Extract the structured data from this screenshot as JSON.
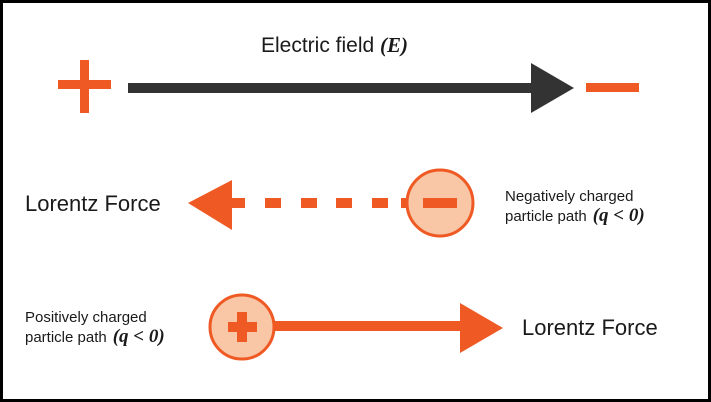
{
  "diagram": {
    "colors": {
      "field_arrow": "#333333",
      "accent": "#ef5a24",
      "particle_fill": "#f9c6a6",
      "text": "#1a1a1a",
      "background": "#ffffff"
    },
    "electric_field": {
      "label_text": "Electric field ",
      "label_symbol": "(E)",
      "positive_pole_symbol": "+",
      "negative_pole_symbol": "−"
    },
    "negative_particle": {
      "symbol": "−",
      "force_label": "Lorentz Force",
      "description_line1": "Negatively charged",
      "description_line2": "particle path",
      "condition": "(q < 0)",
      "path_style": "dashed",
      "force_direction": "left"
    },
    "positive_particle": {
      "symbol": "+",
      "force_label": "Lorentz Force",
      "description_line1": "Positively charged",
      "description_line2": "particle path",
      "condition": "(q < 0)",
      "path_style": "solid",
      "force_direction": "right"
    }
  }
}
